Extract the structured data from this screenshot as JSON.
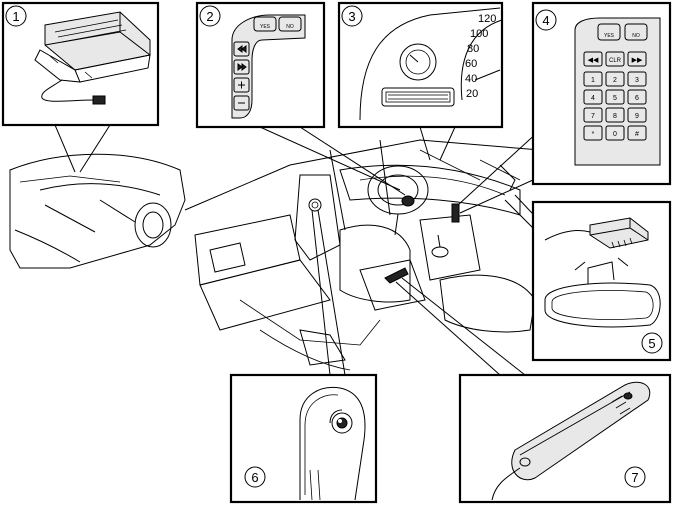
{
  "callouts": [
    {
      "id": "1",
      "label": "1"
    },
    {
      "id": "2",
      "label": "2"
    },
    {
      "id": "3",
      "label": "3"
    },
    {
      "id": "4",
      "label": "4"
    },
    {
      "id": "5",
      "label": "5"
    },
    {
      "id": "6",
      "label": "6"
    },
    {
      "id": "7",
      "label": "7"
    }
  ],
  "gauge_labels": [
    "120",
    "100",
    "80",
    "60",
    "40",
    "20"
  ],
  "keypad": {
    "top_keys": [
      "YES",
      "NO"
    ],
    "nav_keys": [
      "◀◀",
      "CLR",
      "▶▶"
    ],
    "digit_keys": [
      "1",
      "2",
      "3",
      "4",
      "5",
      "6",
      "7",
      "8",
      "9",
      "*",
      "0",
      "#"
    ]
  }
}
